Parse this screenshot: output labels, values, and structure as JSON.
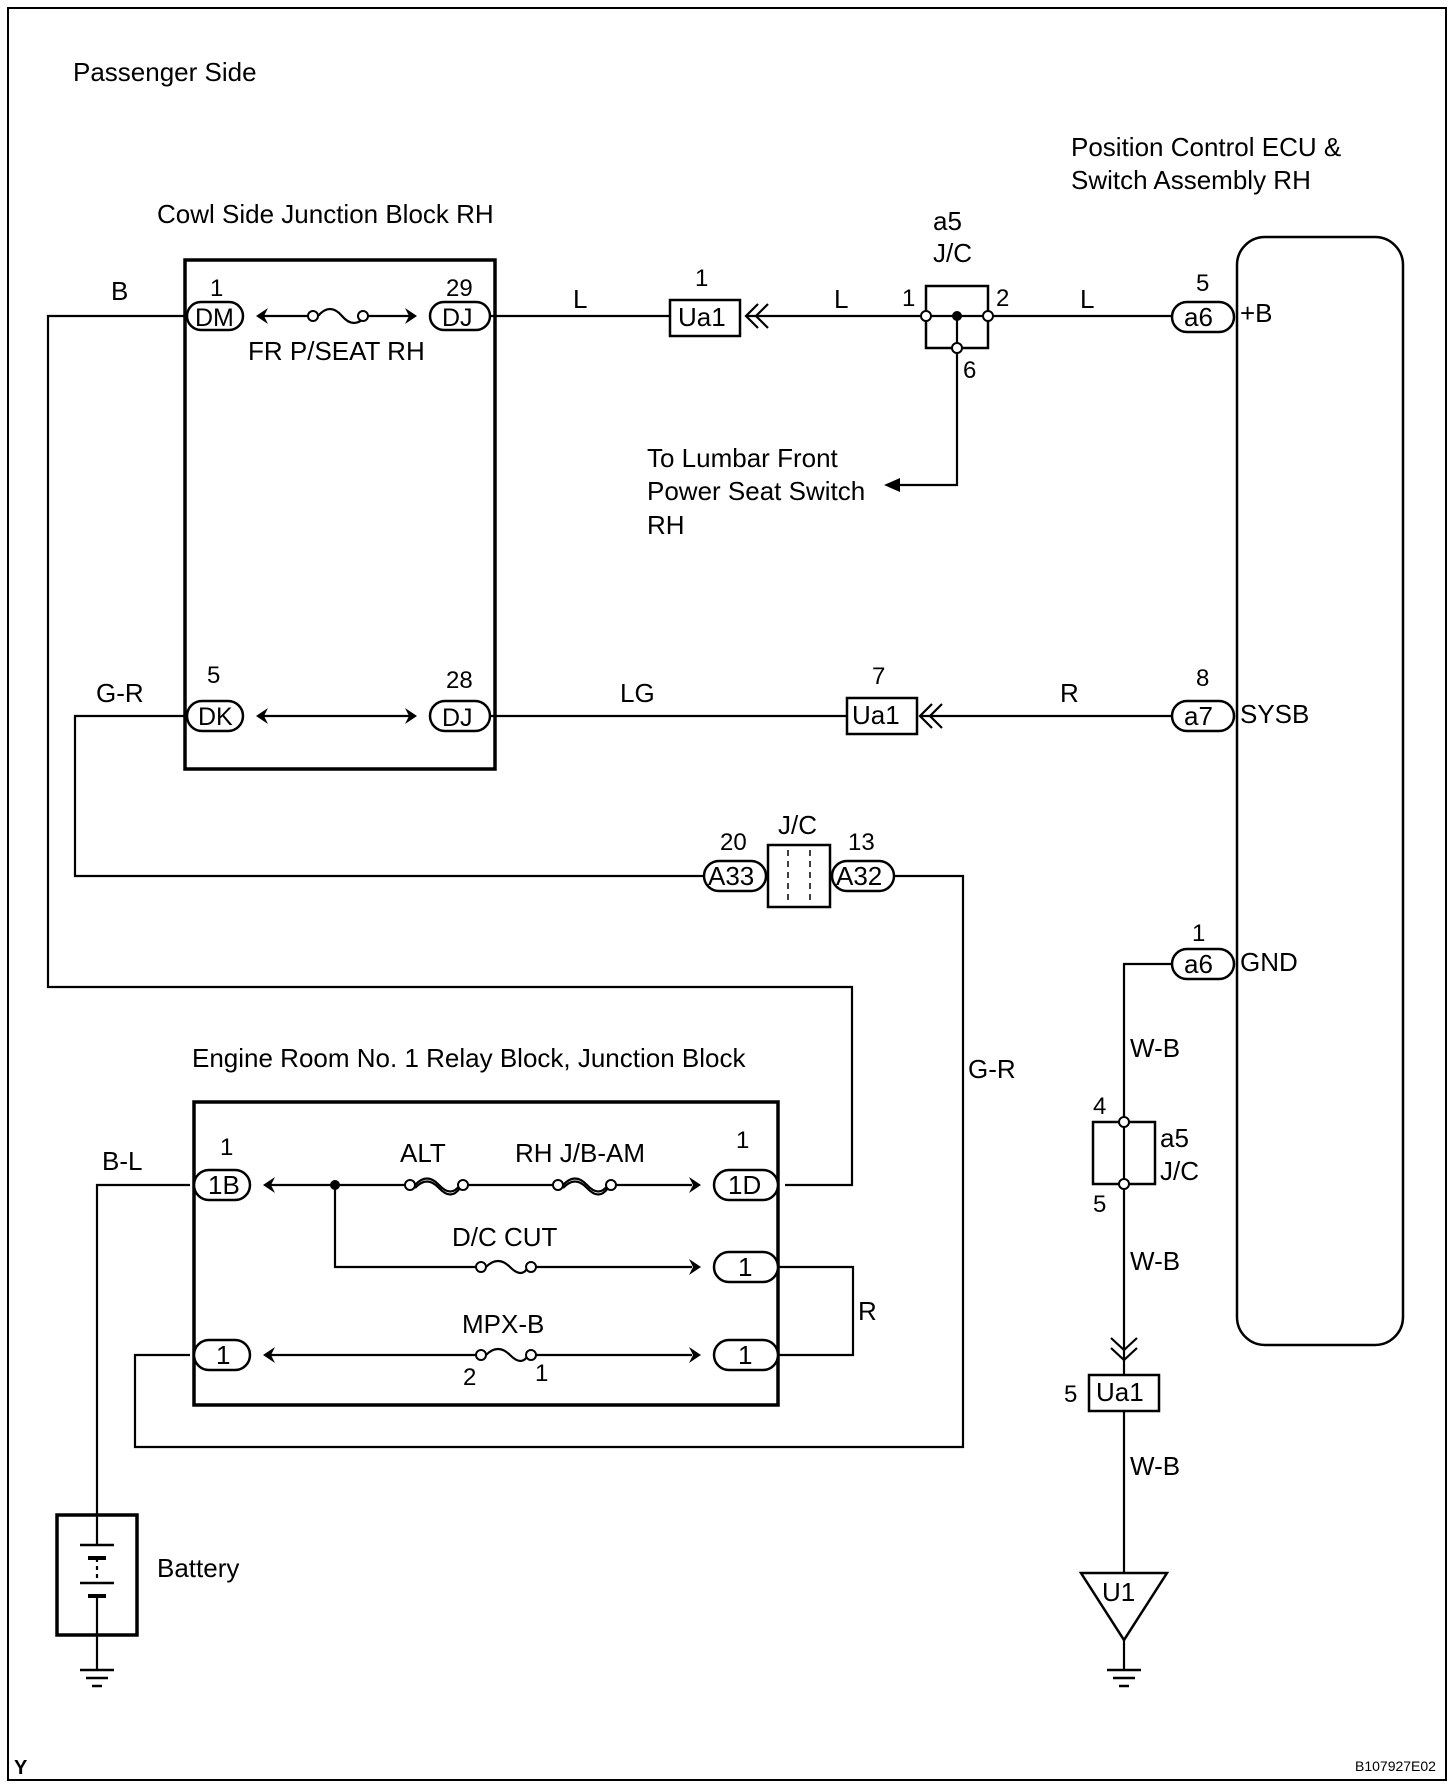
{
  "title": "Passenger Side",
  "footer": {
    "left": "Y",
    "right": "B107927E02"
  },
  "labels": {
    "cowl_block": "Cowl Side Junction Block RH",
    "ecu": [
      "Position Control ECU &",
      "Switch Assembly RH"
    ],
    "lumbar": [
      "To Lumbar Front",
      "Power Seat Switch",
      "RH"
    ],
    "engine_block": "Engine Room No. 1 Relay Block, Junction Block",
    "battery": "Battery",
    "jc_a5_top": [
      "a5",
      "J/C"
    ],
    "jc_a5_bottom": [
      "a5",
      "J/C"
    ],
    "jc_center": "J/C"
  },
  "fuses": {
    "fr_pseat": "FR P/SEAT RH",
    "alt": "ALT",
    "rh_jb_am": "RH J/B-AM",
    "dc_cut": "D/C CUT",
    "mpx_b": "MPX-B"
  },
  "wires": {
    "b": "B",
    "l1": "L",
    "l2": "L",
    "l3": "L",
    "gr1": "G-R",
    "lg": "LG",
    "r1": "R",
    "gr2": "G-R",
    "bl": "B-L",
    "r2": "R",
    "wb1": "W-B",
    "wb2": "W-B",
    "wb3": "W-B"
  },
  "connectors": {
    "dm": "DM",
    "dj29": "DJ",
    "dk": "DK",
    "dj28": "DJ",
    "ua1_top": "Ua1",
    "ua1_mid": "Ua1",
    "ua1_bot": "Ua1",
    "a6_b": "a6",
    "a7": "a7",
    "a6_gnd": "a6",
    "a33": "A33",
    "a32": "A32",
    "b1": "1B",
    "d1": "1D",
    "er_mid_right": "1",
    "er_low_left": "1",
    "er_low_right": "1",
    "u1": "U1"
  },
  "pins": {
    "dm": "1",
    "dj29": "29",
    "dk": "5",
    "dj28": "28",
    "ua1_top": "1",
    "ua1_mid": "7",
    "ua1_bot": "5",
    "jc_in": "1",
    "jc_out": "2",
    "jc_branch": "6",
    "a6_b": "5",
    "a7": "8",
    "a6_gnd": "1",
    "a33": "20",
    "a32": "13",
    "b1": "1",
    "d1": "1",
    "jc2_top": "4",
    "jc2_bot": "5",
    "mpx_in": "2",
    "mpx_out": "1"
  },
  "terminals": {
    "plus_b": "+B",
    "sysb": "SYSB",
    "gnd": "GND"
  }
}
